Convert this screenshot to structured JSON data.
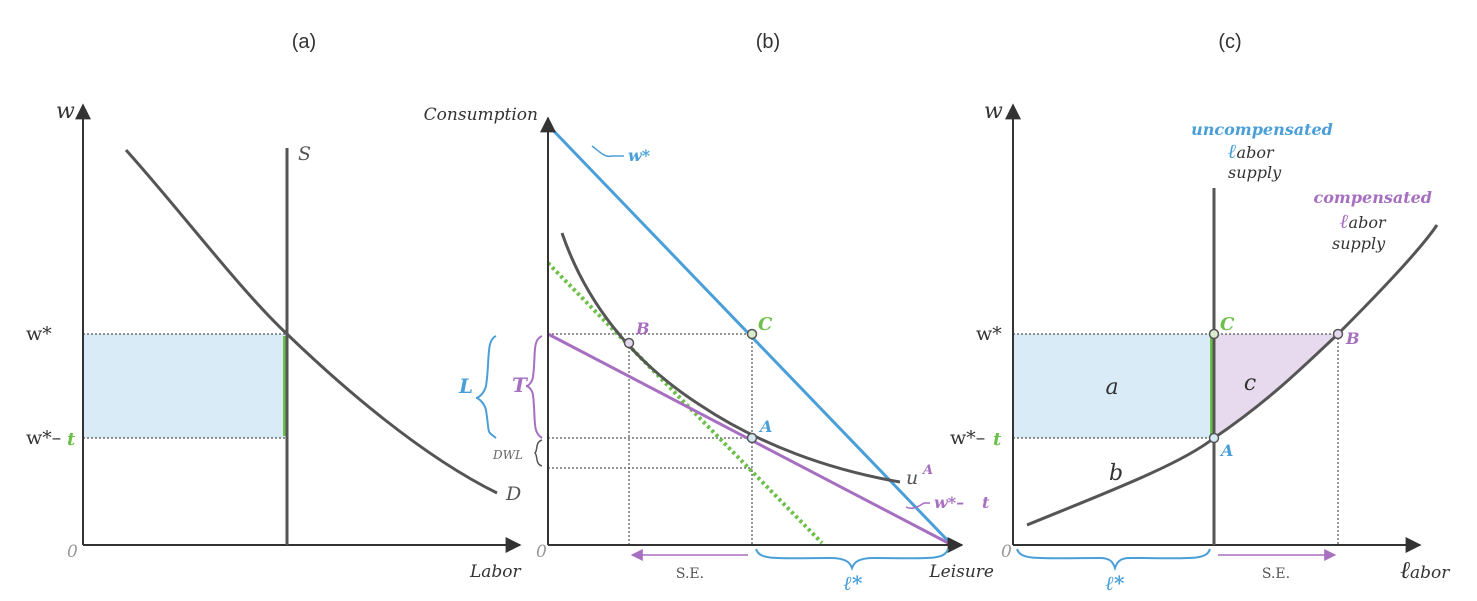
{
  "panels": {
    "a": {
      "label": "(a)",
      "y_axis": "w",
      "x_axis": "Labor",
      "origin": "0",
      "tick_w_star": "w*",
      "tick_w_minus": "w*–",
      "tick_t": "t",
      "supply_label": "S",
      "demand_label": "D"
    },
    "b": {
      "label": "(b)",
      "y_axis": "Consumption",
      "x_axis": "Leisure",
      "origin": "0",
      "budget_w_star": "w*",
      "budget_w_minus": "w*–",
      "budget_t": "t",
      "indiff_label": "u",
      "indiff_sup": "A",
      "point_A": "A",
      "point_B": "B",
      "point_C": "C",
      "brace_L": "L",
      "brace_T": "T",
      "brace_DWL": "DWL",
      "se_label": "S.E.",
      "leisure_star": "ℓ*"
    },
    "c": {
      "label": "(c)",
      "y_axis": "w",
      "x_axis_script": "ℓ",
      "x_axis_rest": "abor",
      "origin": "0",
      "tick_w_star": "w*",
      "tick_w_minus": "w*–",
      "tick_t": "t",
      "uncomp_line1": "uncompensated",
      "uncomp_line2_script": "ℓ",
      "uncomp_line2_rest": "abor",
      "uncomp_line3": "supply",
      "comp_line1": "compensated",
      "comp_line2_script": "ℓ",
      "comp_line2_rest": "abor",
      "comp_line3": "supply",
      "area_a": "a",
      "area_b": "b",
      "area_c": "c",
      "point_A": "A",
      "point_B": "B",
      "point_C": "C",
      "se_label": "S.E.",
      "labor_star": "ℓ*"
    }
  },
  "colors": {
    "axis": "#333333",
    "curve": "#555555",
    "blue": "#4a9fd8",
    "purple": "#a66fc0",
    "green": "#6cc04a",
    "blue_fill": "#d5e9f5",
    "purple_fill": "#e6d8ee",
    "dotted": "#555555"
  }
}
